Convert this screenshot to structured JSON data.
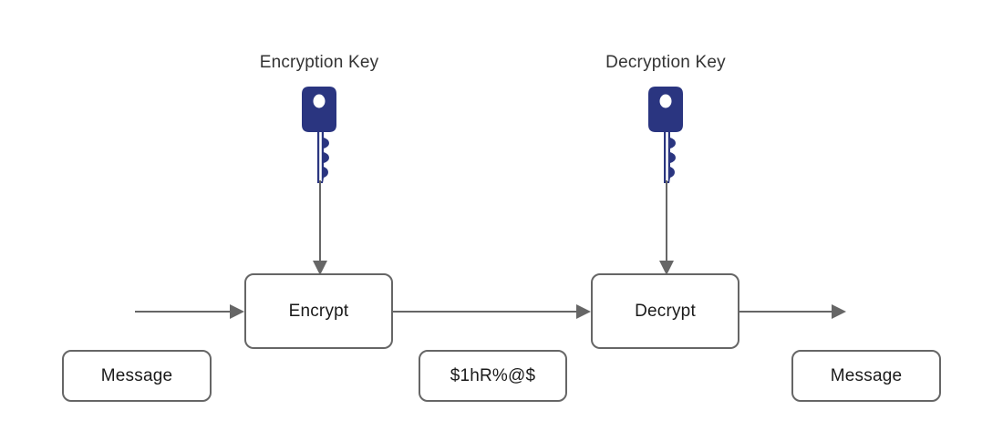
{
  "diagram": {
    "title_labels": [
      {
        "id": "encryption-key",
        "text": "Encryption Key"
      },
      {
        "id": "decryption-key",
        "text": "Decryption Key"
      }
    ],
    "process_nodes": [
      {
        "id": "encrypt",
        "text": "Encrypt"
      },
      {
        "id": "decrypt",
        "text": "Decrypt"
      }
    ],
    "data_nodes": [
      {
        "id": "plaintext-in",
        "text": "Message"
      },
      {
        "id": "ciphertext",
        "text": "$1hR%@$"
      },
      {
        "id": "plaintext-out",
        "text": "Message"
      }
    ],
    "icons": [
      {
        "id": "key-icon-encryption",
        "name": "key-icon"
      },
      {
        "id": "key-icon-decryption",
        "name": "key-icon"
      }
    ],
    "colors": {
      "key_blue": "#2a3580",
      "stroke_gray": "#666666",
      "text_dark": "#1a1a1a",
      "label_gray": "#333333",
      "background": "#ffffff"
    }
  }
}
